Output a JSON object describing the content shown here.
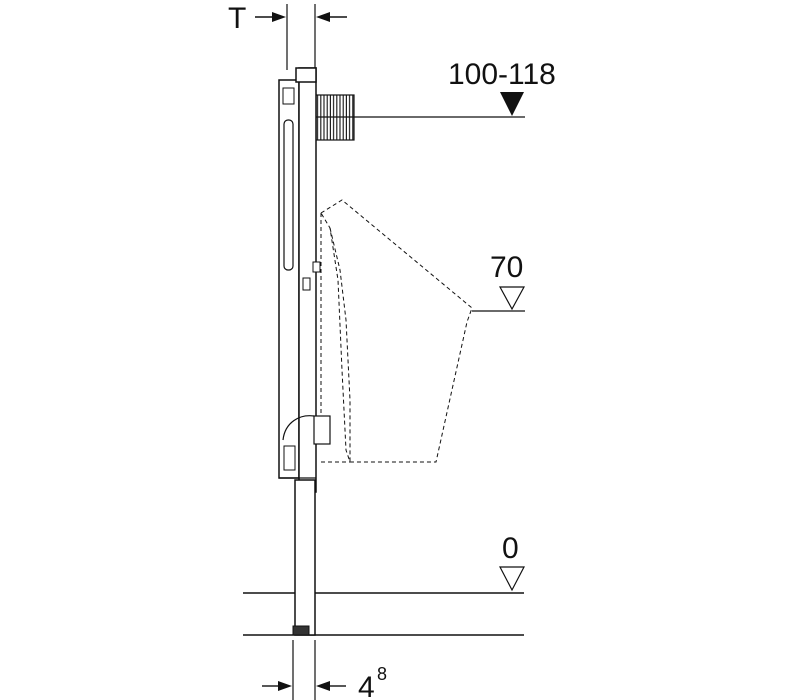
{
  "labels": {
    "t": "T",
    "top_level": "100-118",
    "mid_level": "70",
    "floor_level": "0",
    "bottom_base": "4",
    "bottom_exp": "8"
  },
  "colors": {
    "ink": "#111111",
    "background": "#ffffff"
  }
}
